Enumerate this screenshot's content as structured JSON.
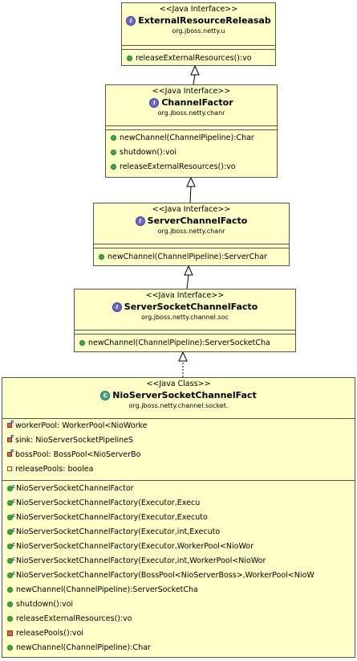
{
  "boxes": [
    {
      "stereotype": "<<Java Interface>>",
      "name": "ExternalResourceReleasab",
      "package": "org.jboss.netty.u",
      "methods": [
        "releaseExternalResources():vo"
      ]
    },
    {
      "stereotype": "<<Java Interface>>",
      "name": "ChannelFactor",
      "package": "org.jboss.netty.chanr",
      "methods": [
        "newChannel(ChannelPipeline):Char",
        "shutdown():voi",
        "releaseExternalResources():vo"
      ]
    },
    {
      "stereotype": "<<Java Interface>>",
      "name": "ServerChannelFacto",
      "package": "org.jboss.netty.chanr",
      "methods": [
        "newChannel(ChannelPipeline):ServerChar"
      ]
    },
    {
      "stereotype": "<<Java Interface>>",
      "name": "ServerSocketChannelFacto",
      "package": "org.jboss.netty.channel.soc",
      "methods": [
        "newChannel(ChannelPipeline):ServerSocketCha"
      ]
    },
    {
      "stereotype": "<<Java Class>>",
      "name": "NioServerSocketChannelFact",
      "package": "org.jboss.netty.channel.socket.",
      "fields": [
        "workerPool: WorkerPool<NioWorke",
        "sink: NioServerSocketPipelineS",
        "bossPool: BossPool<NioServerBo",
        "releasePools: boolea"
      ],
      "methods": [
        "NioServerSocketChannelFactor",
        "NioServerSocketChannelFactory(Executor,Execu",
        "NioServerSocketChannelFactory(Executor,Executo",
        "NioServerSocketChannelFactory(Executor,int,Executo",
        "NioServerSocketChannelFactory(Executor,WorkerPool<NioWor",
        "NioServerSocketChannelFactory(Executor,int,WorkerPool<NioWor",
        "NioServerSocketChannelFactory(BossPool<NioServerBoss>,WorkerPool<NioW",
        "newChannel(ChannelPipeline):ServerSocketCha",
        "shutdown():voi",
        "releaseExternalResources():vo",
        "releasePools():voi",
        "newChannel(ChannelPipeline):Char"
      ]
    }
  ]
}
